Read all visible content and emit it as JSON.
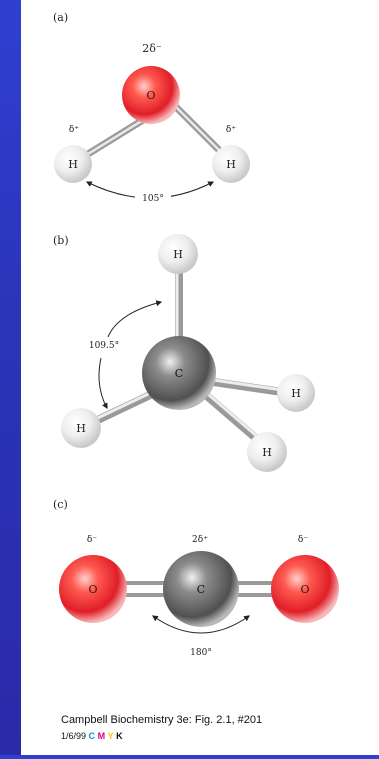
{
  "panel_a": {
    "label": "(a)",
    "o_charge": "2δ⁻",
    "h_charge": "δ⁺",
    "o_symbol": "O",
    "h_symbol": "H",
    "angle": "105°"
  },
  "panel_b": {
    "label": "(b)",
    "c_symbol": "C",
    "h_symbol": "H",
    "angle": "109.5°"
  },
  "panel_c": {
    "label": "(c)",
    "o_charge": "δ⁻",
    "c_charge": "2δ⁺",
    "c_symbol": "C",
    "o_symbol": "O",
    "angle": "180°"
  },
  "caption": {
    "line1": "Campbell Biochemistry 3e: Fig. 2.1, #201",
    "line2": "1/6/99",
    "marks": [
      "C",
      "M",
      "Y",
      "K"
    ]
  },
  "colors": {
    "oxygen": "#e8202a",
    "carbon": "#6f6f6f",
    "hydrogen": "#e6e6e6",
    "background": "#2f3fd0"
  }
}
